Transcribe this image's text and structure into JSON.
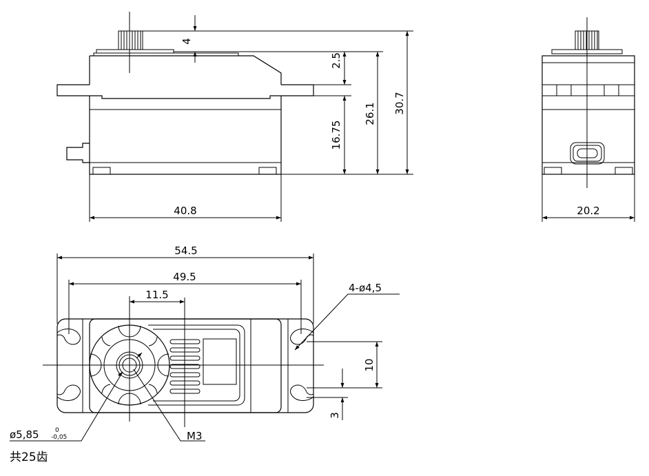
{
  "dimensions": {
    "shaft_height": "4",
    "top_offset": "2.5",
    "mount_to_base": "16.75",
    "body_height": "26.1",
    "total_height": "30.7",
    "body_length": "40.8",
    "side_width": "20.2",
    "overall_length": "54.5",
    "hole_spacing": "49.5",
    "shaft_offset": "11.5",
    "holes": "4-ø4,5",
    "hole_vertical_spacing": "10",
    "hole_slot_offset": "3",
    "spline_diameter": "ø5,85",
    "spline_tol_upper": "0",
    "spline_tol_lower": "-0,05",
    "thread": "M3"
  },
  "notes": {
    "teeth": "共25齿"
  }
}
